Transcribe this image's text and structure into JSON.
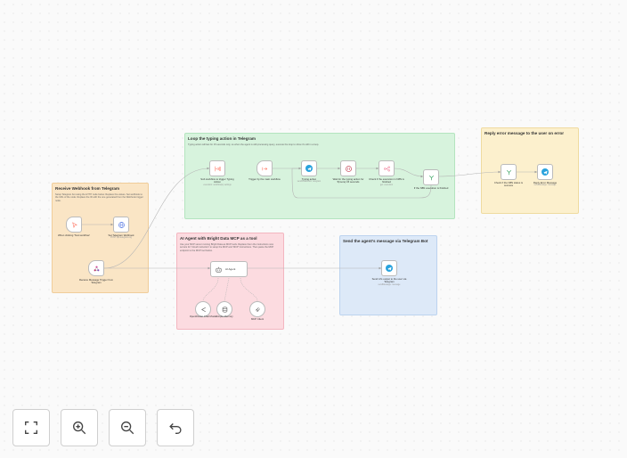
{
  "stickies": {
    "receive": {
      "title": "Receive Webhook from Telegram",
      "desc": "Setup Telegram bot using the HTTP node below. Replace the values. Set webhook to the URL of the node. Replace the ID with the one generated from the Webhook trigger node."
    },
    "loop": {
      "title": "Loop the typing action in Telegram",
      "desc": "Typing action will last for 15 seconds only, so when the agent is still processing query, execute the loop to show it's still in a loop."
    },
    "agent": {
      "title": "AI Agent with Bright Data MCP as a tool",
      "desc": "Use your MCP server running Bright Data as MCP tools. Replace them the instructions now service for 'Cloud instruction' to setup the MCP and 'MCP' instructions. Then paste the MCP endpoint to the MCP tool below."
    },
    "send": {
      "title": "Send the agent's message via Telegram Bot",
      "desc": ""
    },
    "error": {
      "title": "Reply error message to the user on error",
      "desc": ""
    }
  },
  "nodes": {
    "when_clicking": {
      "label": "When clicking 'Test workflow'",
      "sub": ""
    },
    "set_webhook": {
      "label": "Set Telegram Webhook",
      "sub": "POST: api.telegram.org"
    },
    "receive_message": {
      "label": "Receive Message Trigger from Telegram",
      "sub": ""
    },
    "sub_workflow": {
      "label": "Sub workflow to trigger Typing Action",
      "sub": "execution: workflow(s) settings"
    },
    "trigger_main": {
      "label": "Trigger by the main workflow",
      "sub": ""
    },
    "typing_action": {
      "label": "Typing action",
      "sub": "sendChatAction: telegram"
    },
    "wait_typing": {
      "label": "Wait for the typing action for 5(more) 15 seconds",
      "sub": ""
    },
    "check_execution": {
      "label": "Check if the execution in N8N is finished",
      "sub": "get: execution"
    },
    "if_finished": {
      "label": "If the N8N execution is finished",
      "sub": ""
    },
    "check_status": {
      "label": "Check if the N8N status is success",
      "sub": ""
    },
    "reply_error": {
      "label": "Reply Error Message",
      "sub": "sendMessage: message"
    },
    "ai_agent": {
      "label": "AI Agent",
      "sub": ""
    },
    "openrouter": {
      "label": "OpenRouter Chat Model",
      "sub": ""
    },
    "simple_memory": {
      "label": "Simple Memory",
      "sub": ""
    },
    "mcp_client": {
      "label": "MCP Client",
      "sub": ""
    },
    "send_output": {
      "label": "Send AI's output to the user via Telegram",
      "sub": "sendMessage: message"
    }
  },
  "controls": {
    "fit": "fit-view",
    "zoom_in": "zoom-in",
    "zoom_out": "zoom-out",
    "undo": "undo"
  },
  "colors": {
    "sticky_orange": "#fae5c5",
    "sticky_green": "#d7f3dd",
    "sticky_pink": "#fcdbe0",
    "sticky_blue": "#dde9f8",
    "sticky_yellow": "#fcf0cd",
    "telegram": "#2aa3dd",
    "trigger_accent": "#ff6d5a"
  }
}
